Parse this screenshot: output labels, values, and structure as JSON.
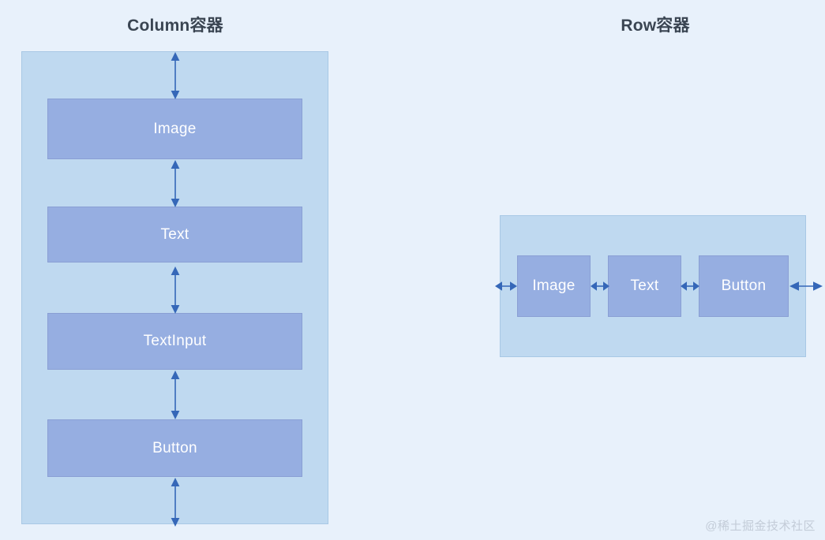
{
  "page": {
    "background_color": "#e8f1fb",
    "watermark": "@稀土掘金技术社区"
  },
  "panels": {
    "column": {
      "title": "Column容器",
      "container_color": "#bfd9f0",
      "widget_color": "#96aee1",
      "arrow_color": "#3567b8",
      "arrow_direction": "vertical",
      "widgets": [
        {
          "label": "Image"
        },
        {
          "label": "Text"
        },
        {
          "label": "TextInput"
        },
        {
          "label": "Button"
        }
      ]
    },
    "row": {
      "title": "Row容器",
      "container_color": "#bfd9f0",
      "widget_color": "#96aee1",
      "arrow_color": "#3567b8",
      "arrow_direction": "horizontal",
      "widgets": [
        {
          "label": "Image"
        },
        {
          "label": "Text"
        },
        {
          "label": "Button"
        }
      ]
    }
  },
  "icons": {
    "arrow_vertical": "double-arrow-vertical-icon",
    "arrow_horizontal": "double-arrow-horizontal-icon"
  }
}
